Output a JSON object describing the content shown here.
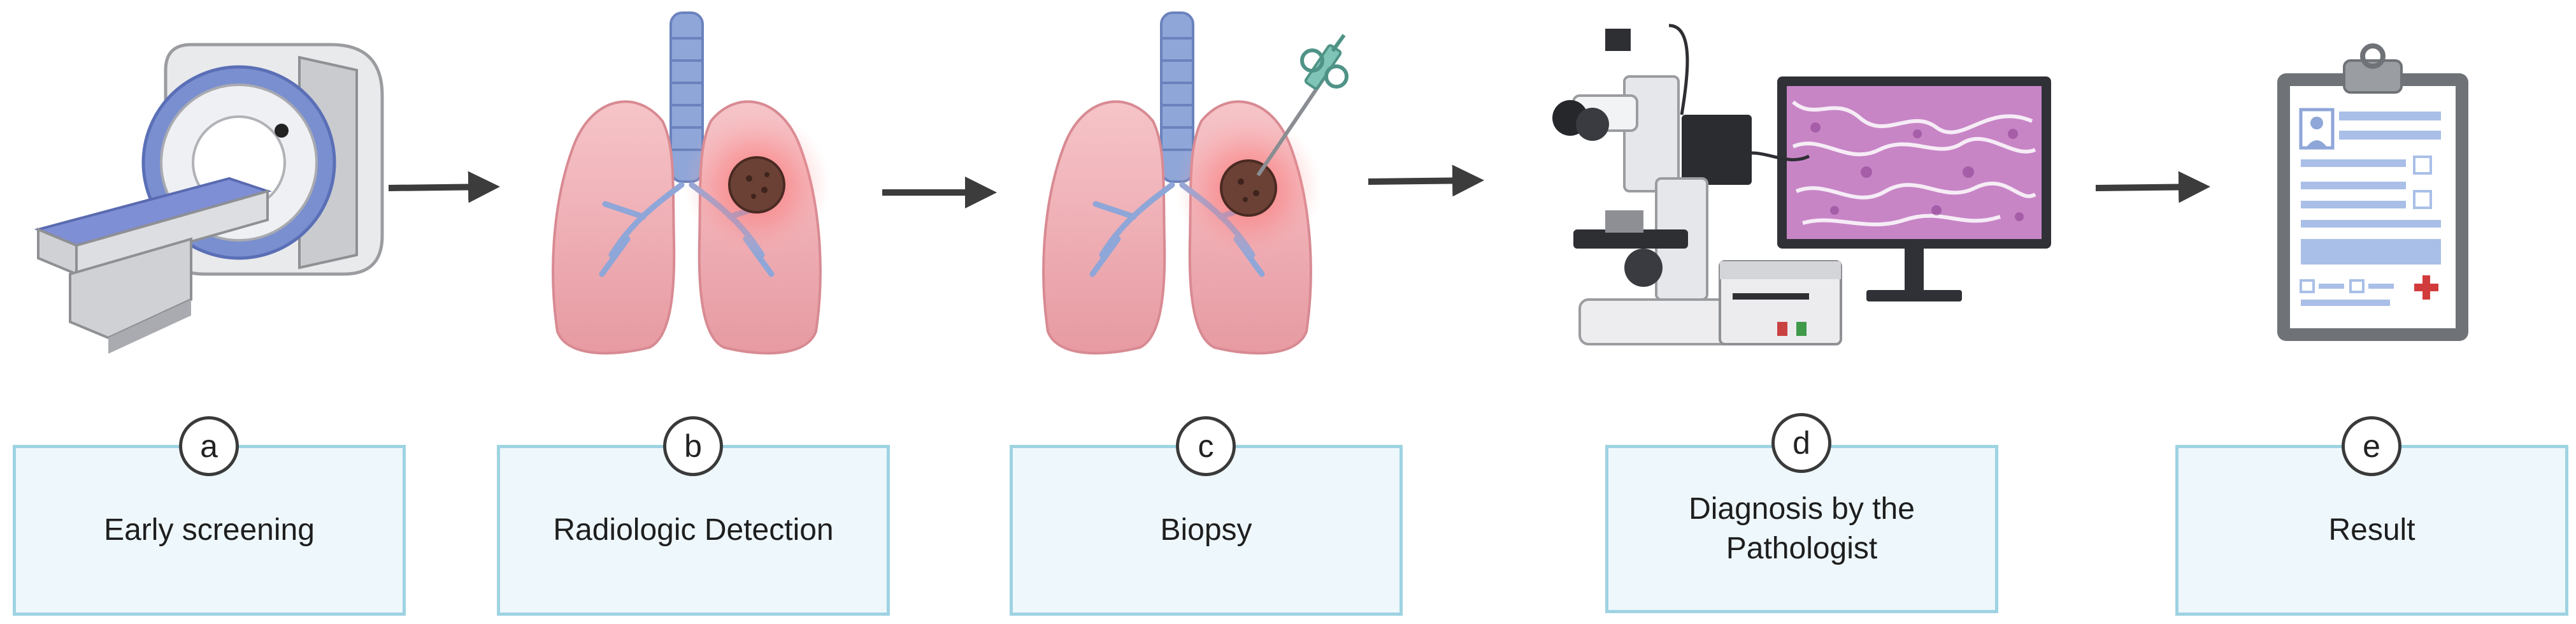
{
  "steps": [
    {
      "letter": "a",
      "label": "Early screening",
      "icon": "mri-scanner-icon"
    },
    {
      "letter": "b",
      "label": "Radiologic Detection",
      "icon": "lungs-with-tumor-icon"
    },
    {
      "letter": "c",
      "label": "Biopsy",
      "icon": "lungs-biopsy-syringe-icon"
    },
    {
      "letter": "d",
      "label": "Diagnosis by the\nPathologist",
      "icon": "microscope-and-monitor-icon"
    },
    {
      "letter": "e",
      "label": "Result",
      "icon": "clipboard-report-icon"
    }
  ],
  "colors": {
    "box_fill": "#eef7fb",
    "box_border": "#9ed3e2",
    "arrow": "#3c3c3c",
    "lung": "#f0b1b6",
    "tumor": "#6b4136",
    "trachea": "#8fa6d8",
    "report_blue": "#a9bfe8"
  }
}
